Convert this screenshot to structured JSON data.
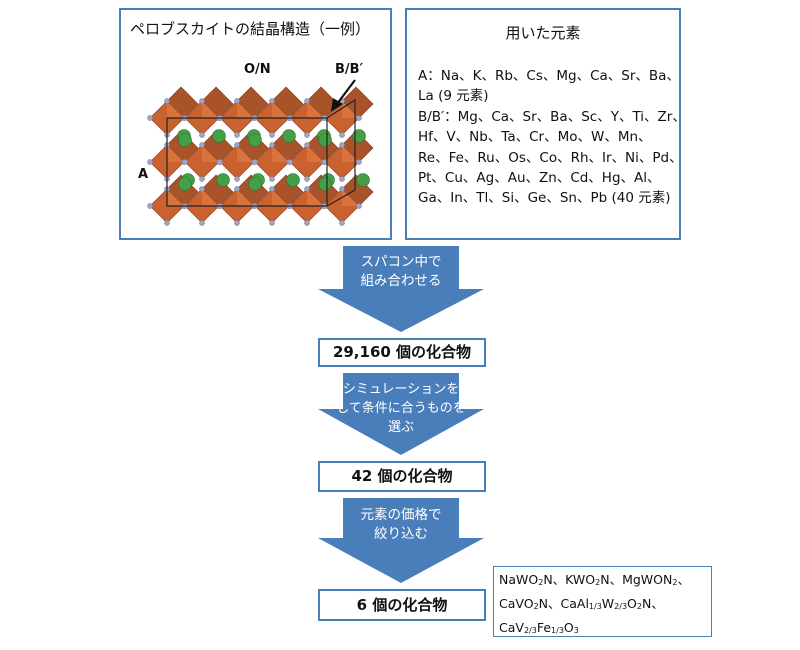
{
  "perovskite_box": {
    "title": "ペロブスカイトの結晶構造（一例）",
    "label_on": "O/N",
    "label_bb": "B/B′",
    "label_a": "A"
  },
  "elements_box": {
    "title": "用いた元素",
    "a_lines": [
      "A：Na、K、Rb、Cs、Mg、Ca、Sr、Ba、",
      "La (9 元素)"
    ],
    "b_lines": [
      "B/B′：Mg、Ca、Sr、Ba、Sc、Y、Ti、Zr、",
      "Hf、V、Nb、Ta、Cr、Mo、W、Mn、",
      "Re、Fe、Ru、Os、Co、Rh、Ir、Ni、Pd、",
      "Pt、Cu、Ag、Au、Zn、Cd、Hg、Al、",
      "Ga、In、Tl、Si、Ge、Sn、Pb (40 元素)"
    ]
  },
  "flow": {
    "arrow1": [
      "スパコン中で",
      "組み合わせる"
    ],
    "count1": "29,160 個の化合物",
    "arrow2": [
      "シミュレーションを",
      "して条件に合うものを",
      "選ぶ"
    ],
    "count2": "42 個の化合物",
    "arrow3": [
      "元素の価格で",
      "絞り込む"
    ],
    "count3": "6 個の化合物"
  },
  "final_compounds": {
    "line1": [
      "NaWO",
      "2",
      "N、KWO",
      "2",
      "N、MgWON",
      "2",
      "、"
    ],
    "line2": [
      "CaVO",
      "2",
      "N、CaAl",
      "1/3",
      "W",
      "2/3",
      "O",
      "2",
      "N、"
    ],
    "line3": [
      "CaV",
      "2/3",
      "Fe",
      "1/3",
      "O",
      "3",
      ""
    ]
  },
  "colors": {
    "border_blue": "#4a7ebb",
    "arrow_blue": "#4a7ebb",
    "octahedron_orange": "#c9622f",
    "a_site_green": "#43a047",
    "anion_gray": "#9fa3c4"
  }
}
